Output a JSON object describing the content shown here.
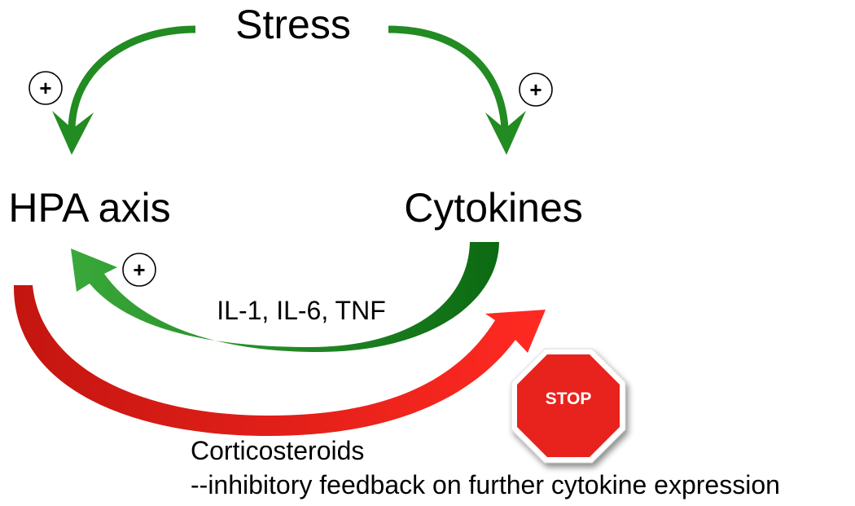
{
  "nodes": {
    "stress": "Stress",
    "hpa": "HPA axis",
    "cytokines": "Cytokines"
  },
  "edges": {
    "cytokine_list": "IL-1, IL-6, TNF",
    "plus_sign": "+"
  },
  "stop_sign": {
    "text": "STOP"
  },
  "caption": {
    "line1": "Corticosteroids",
    "line2": "--inhibitory feedback on further cytokine expression"
  },
  "colors": {
    "stimulatory": "#1e7d1e",
    "stimulatory_light": "#2e9a2e",
    "inhibitory": "#e0201c",
    "stop_fill": "#e8201e"
  }
}
